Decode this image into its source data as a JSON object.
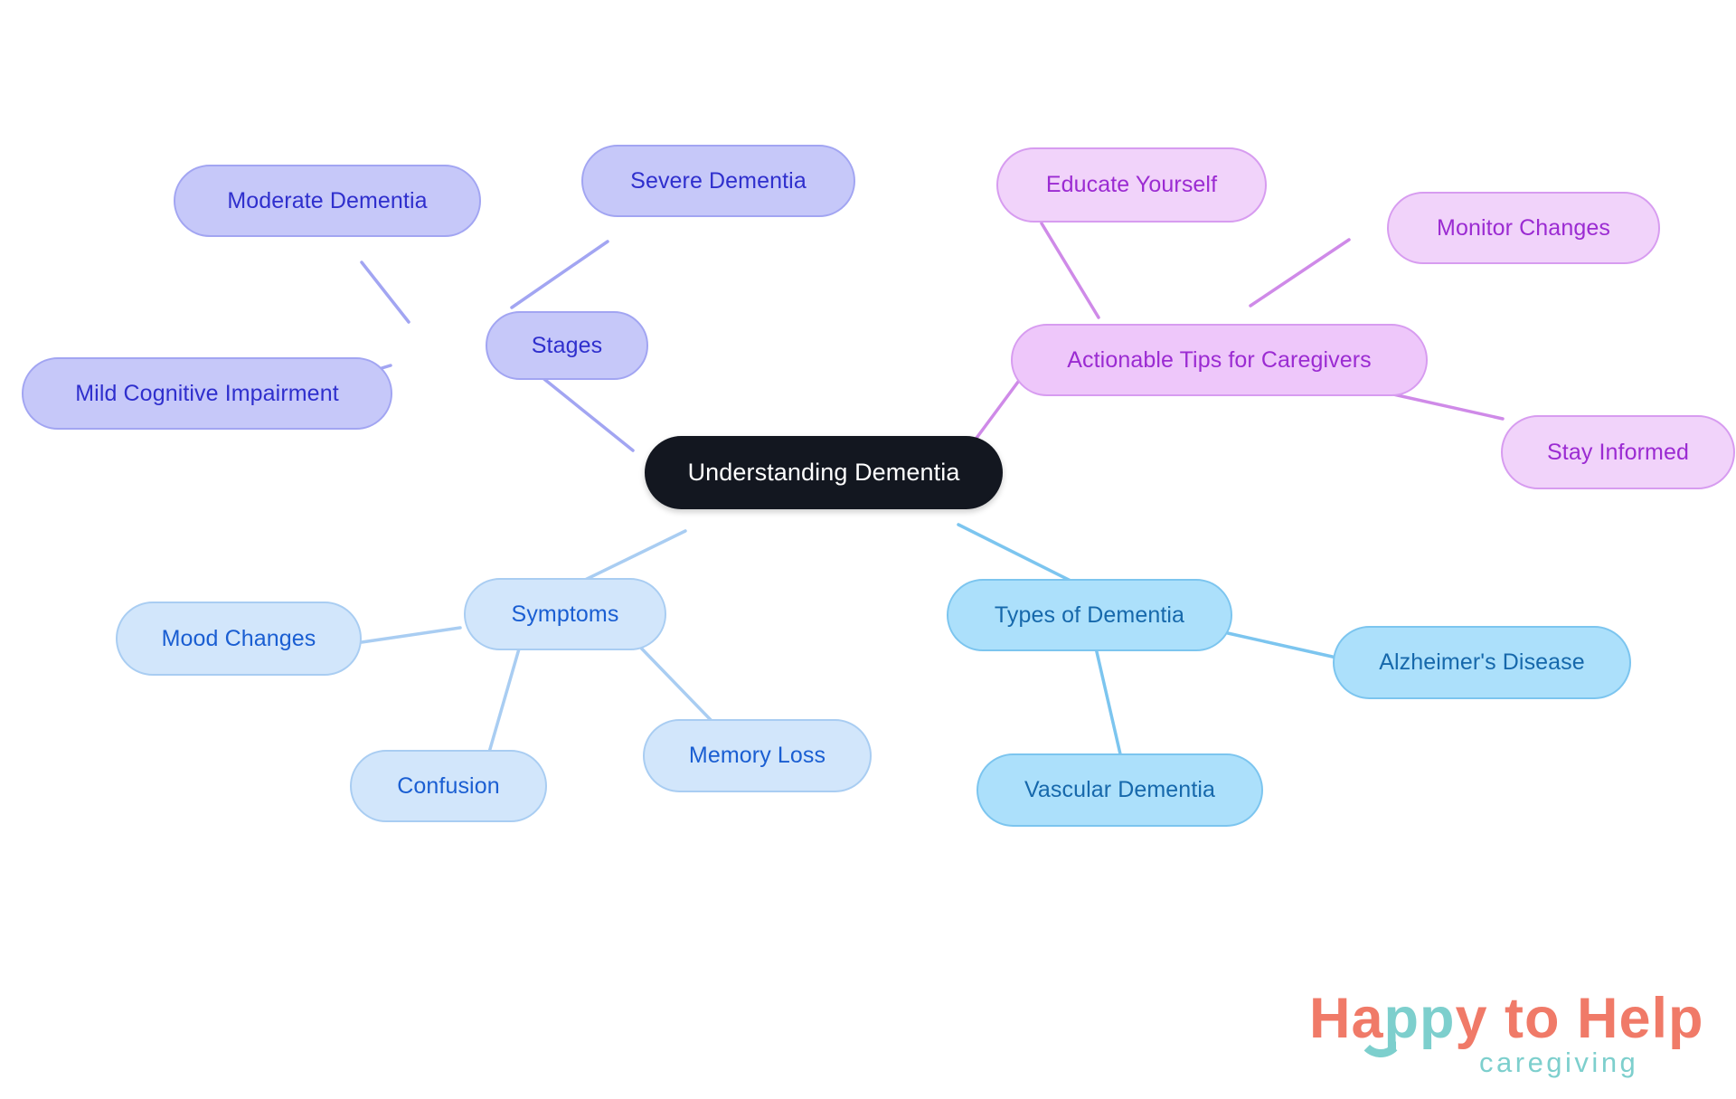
{
  "diagram": {
    "type": "mindmap",
    "title": "Understanding Dementia",
    "background": "#ffffff",
    "root": {
      "id": "root",
      "label": "Understanding Dementia",
      "fill": "#131720",
      "text_color": "#ffffff"
    },
    "branches": [
      {
        "id": "stages",
        "label": "Stages",
        "fill": "#c6c8f9",
        "border": "#a2a5f2",
        "text_color": "#2f2fcd",
        "edge_color": "#a2a5f2",
        "children": [
          {
            "id": "moderate-dementia",
            "label": "Moderate Dementia"
          },
          {
            "id": "severe-dementia",
            "label": "Severe Dementia"
          },
          {
            "id": "mild-cognitive-impairment",
            "label": "Mild Cognitive Impairment"
          }
        ]
      },
      {
        "id": "actionable-tips",
        "label": "Actionable Tips for Caregivers",
        "fill": "#eec7fa",
        "border": "#d79cf0",
        "text_color": "#9b2bd2",
        "edge_color": "#cf8ae8",
        "children": [
          {
            "id": "educate-yourself",
            "label": "Educate Yourself"
          },
          {
            "id": "monitor-changes",
            "label": "Monitor Changes"
          },
          {
            "id": "stay-informed",
            "label": "Stay Informed"
          }
        ]
      },
      {
        "id": "symptoms",
        "label": "Symptoms",
        "fill": "#d2e6fb",
        "border": "#a9cdf2",
        "text_color": "#1a5ed2",
        "edge_color": "#a9cdf2",
        "children": [
          {
            "id": "mood-changes",
            "label": "Mood Changes"
          },
          {
            "id": "confusion",
            "label": "Confusion"
          },
          {
            "id": "memory-loss",
            "label": "Memory Loss"
          }
        ]
      },
      {
        "id": "types-of-dementia",
        "label": "Types of Dementia",
        "fill": "#ace0fb",
        "border": "#7cc5ef",
        "text_color": "#1668ab",
        "edge_color": "#7cc5ef",
        "children": [
          {
            "id": "alzheimers-disease",
            "label": "Alzheimer's Disease"
          },
          {
            "id": "vascular-dementia",
            "label": "Vascular Dementia"
          }
        ]
      }
    ]
  },
  "logo": {
    "part1": "Ha",
    "part2": "pp",
    "part3": "y to Help",
    "tagline": "caregiving",
    "coral": "#f07a68",
    "teal": "#7dcfcd"
  }
}
